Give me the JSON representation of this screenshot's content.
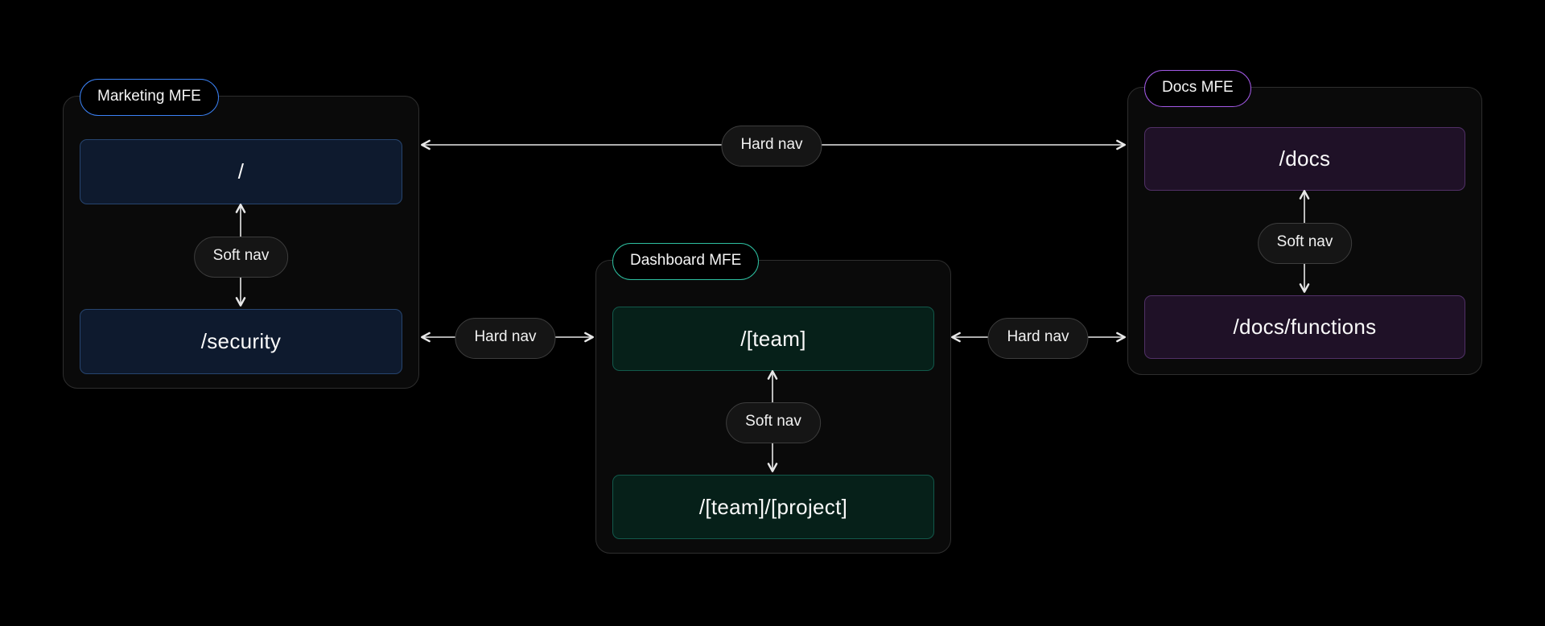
{
  "diagram": {
    "groups": [
      {
        "name": "Marketing MFE",
        "accent": "#3b82f6",
        "route_fill": "#0e1a2e",
        "route_border": "#27456f",
        "soft_nav": "Soft nav",
        "routes": [
          {
            "path": "/"
          },
          {
            "path": "/security"
          }
        ]
      },
      {
        "name": "Dashboard MFE",
        "accent": "#2dbfa0",
        "route_fill": "#062019",
        "route_border": "#12594b",
        "soft_nav": "Soft nav",
        "routes": [
          {
            "path": "/[team]"
          },
          {
            "path": "/[team]/[project]"
          }
        ]
      },
      {
        "name": "Docs MFE",
        "accent": "#a259e6",
        "route_fill": "#1f1127",
        "route_border": "#513067",
        "soft_nav": "Soft nav",
        "routes": [
          {
            "path": "/docs"
          },
          {
            "path": "/docs/functions"
          }
        ]
      }
    ],
    "edges": [
      {
        "label": "Hard nav",
        "from": "/",
        "to": "/docs"
      },
      {
        "label": "Hard nav",
        "from": "/security",
        "to": "/[team]"
      },
      {
        "label": "Hard nav",
        "from": "/[team]",
        "to": "/docs/functions"
      }
    ],
    "colors": {
      "background": "#000000",
      "group_fill": "#0a0a0a",
      "group_border": "#2e2e2e",
      "pill_fill": "#151515",
      "pill_border": "#3d3d3d",
      "arrow": "#e8e8e8",
      "text": "#f5f5f5"
    }
  }
}
